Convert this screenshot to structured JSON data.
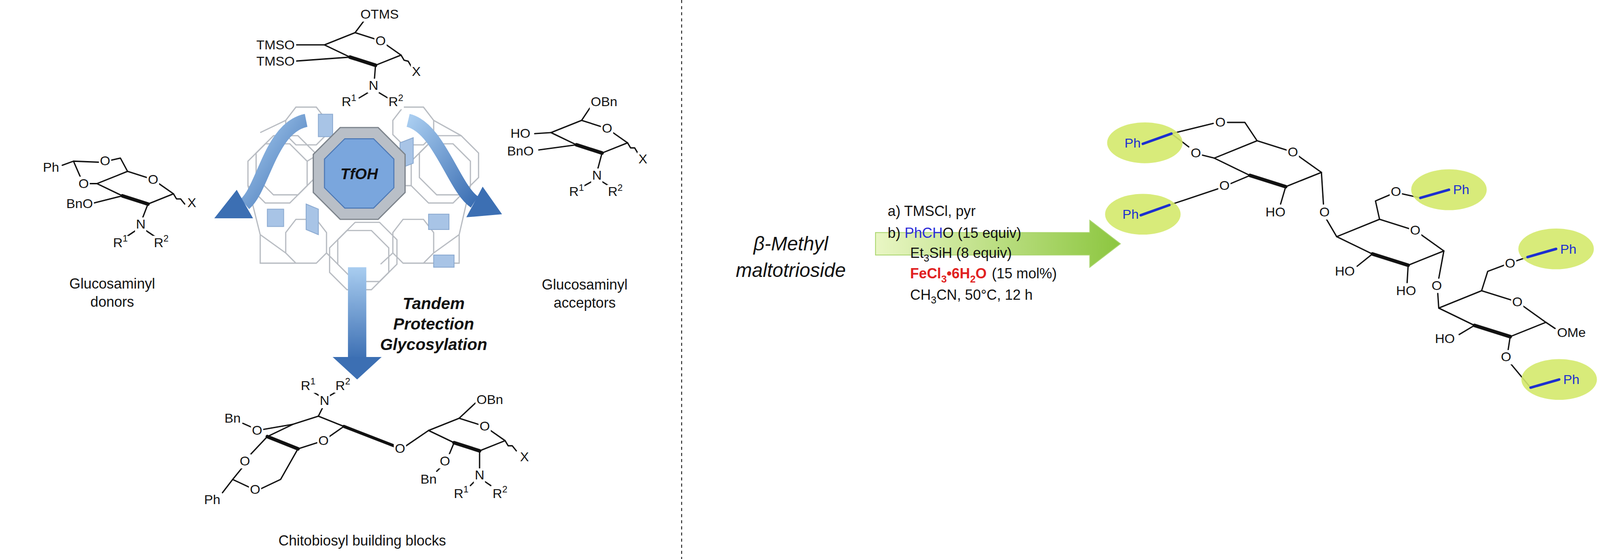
{
  "diagram": {
    "nodes": [
      {
        "text": [
          "TfOH"
        ]
      },
      {
        "text": [
          "Ph"
        ]
      },
      {
        "text": [
          "Ph"
        ]
      },
      {
        "text": [
          "Ph"
        ]
      },
      {
        "text": [
          "Ph"
        ]
      },
      {
        "text": [
          "Ph"
        ]
      }
    ],
    "labels": [
      "OTMS",
      "TMSO",
      "TMSO",
      "O",
      "X",
      "N",
      "R1",
      "R2",
      "Ph",
      "O",
      "O",
      "O",
      "BnO",
      "X",
      "N",
      "R1",
      "R2",
      "Glucosaminyl donors",
      "OBn",
      "HO",
      "O",
      "BnO",
      "X",
      "N",
      "R1",
      "R2",
      "Glucosaminyl acceptors",
      "Tandem Protection Glycosylation",
      "R1",
      "R2",
      "N",
      "Bn",
      "O",
      "O",
      "O",
      "Ph",
      "O",
      "O",
      "OBn",
      "O",
      "X",
      "O",
      "Bn",
      "N",
      "R1",
      "R2",
      "Chitobiosyl building blocks",
      "β-Methyl maltotrioside",
      "a) TMSCl, pyr",
      "b)",
      "PhCH",
      "O (15 equiv)",
      "Et3SiH (8 equiv)",
      "FeCl3•6H2O",
      "(15 mol%)",
      "CH3CN, 50°C, 12 h",
      "O",
      "O",
      "O",
      "O",
      "HO",
      "O",
      "O",
      "O",
      "HO",
      "HO",
      "O",
      "O",
      "O",
      "OMe",
      "HO",
      "O"
    ]
  }
}
